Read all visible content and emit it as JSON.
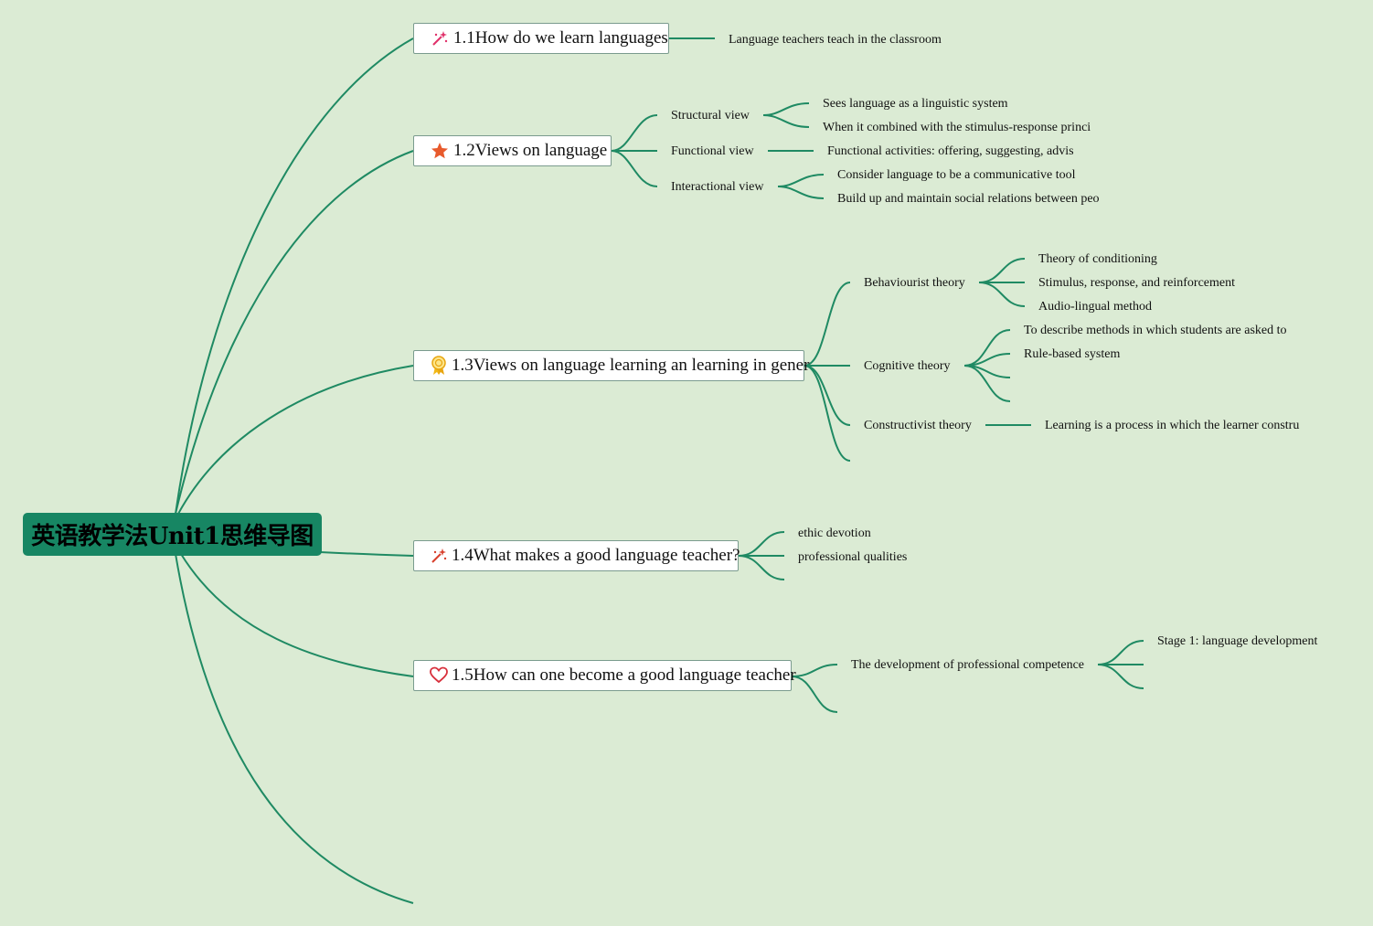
{
  "root": {
    "title": "英语教学法Unit1思维导图"
  },
  "topics": [
    {
      "label": "1.1How do we learn languages",
      "icon": "magic-wand-icon"
    },
    {
      "label": "1.2Views on language",
      "icon": "star-icon"
    },
    {
      "label": "1.3Views on language learning an learning in gener",
      "icon": "award-ribbon-icon"
    },
    {
      "label": "1.4What makes a good language teacher?",
      "icon": "magic-wand-icon"
    },
    {
      "label": "1.5How can one become a good language teacher",
      "icon": "heart-icon"
    }
  ],
  "t1": {
    "leaf": "Language teachers teach in the classroom"
  },
  "t2": {
    "structural": "Structural view",
    "structural_children": [
      "Sees language as a linguistic system",
      "When it combined with the stimulus-response princi"
    ],
    "functional": "Functional view",
    "functional_children": [
      "Functional activities: offering, suggesting, advis"
    ],
    "interactional": "Interactional view",
    "interactional_children": [
      "Consider language to be a communicative tool",
      "Build up and maintain social relations between peo"
    ]
  },
  "t3": {
    "behaviourist": "Behaviourist theory",
    "behaviourist_children": [
      "Theory of conditioning",
      "Stimulus, response, and reinforcement",
      "Audio-lingual method"
    ],
    "cognitive": "Cognitive theory",
    "cognitive_children": [
      "To describe methods in which students are asked to",
      "Rule-based system"
    ],
    "constructivist": "Constructivist theory",
    "constructivist_children": [
      "Learning is a process in which the learner constru"
    ]
  },
  "t4": {
    "children": [
      "ethic devotion",
      "professional qualities"
    ]
  },
  "t5": {
    "child": "The development of professional competence",
    "grandchildren": [
      "Stage 1: language development"
    ]
  },
  "colors": {
    "background": "#dbebd4",
    "accent": "#178663",
    "line": "#1f8a63"
  }
}
